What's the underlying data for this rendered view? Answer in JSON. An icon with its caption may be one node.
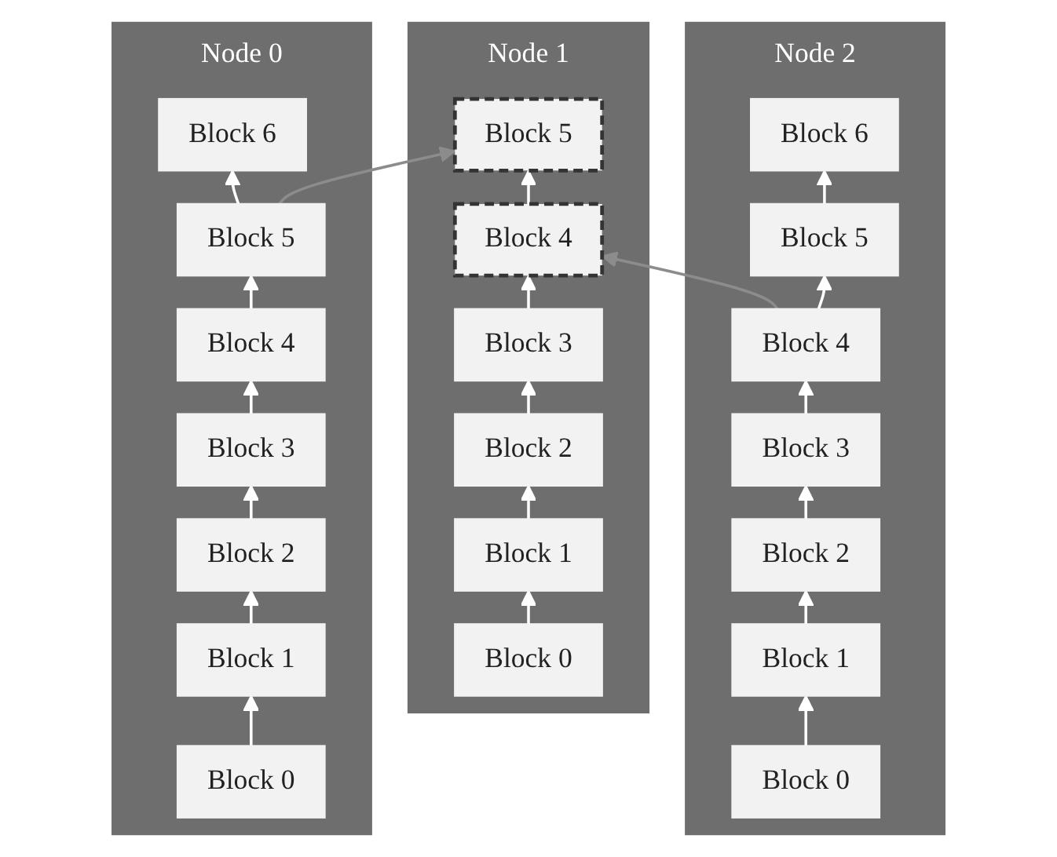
{
  "diagram": {
    "nodes": [
      {
        "text": [
          "Node 0"
        ]
      },
      {
        "text": [
          "Block 6"
        ],
        "in": 0
      },
      {
        "text": [
          "Block 5"
        ],
        "in": 0
      },
      {
        "text": [
          "Block 4"
        ],
        "in": 0
      },
      {
        "text": [
          "Block 3"
        ],
        "in": 0
      },
      {
        "text": [
          "Block 2"
        ],
        "in": 0
      },
      {
        "text": [
          "Block 1"
        ],
        "in": 0
      },
      {
        "text": [
          "Block 0"
        ],
        "in": 0
      },
      {
        "text": [
          "Node 1"
        ]
      },
      {
        "text": [
          "Block 5"
        ],
        "in": 8
      },
      {
        "text": [
          "Block 4"
        ],
        "in": 8
      },
      {
        "text": [
          "Block 3"
        ],
        "in": 8
      },
      {
        "text": [
          "Block 2"
        ],
        "in": 8
      },
      {
        "text": [
          "Block 1"
        ],
        "in": 8
      },
      {
        "text": [
          "Block 0"
        ],
        "in": 8
      },
      {
        "text": [
          "Node 2"
        ]
      },
      {
        "text": [
          "Block 6"
        ],
        "in": 15
      },
      {
        "text": [
          "Block 5"
        ],
        "in": 15
      },
      {
        "text": [
          "Block 4"
        ],
        "in": 15
      },
      {
        "text": [
          "Block 3"
        ],
        "in": 15
      },
      {
        "text": [
          "Block 2"
        ],
        "in": 15
      },
      {
        "text": [
          "Block 1"
        ],
        "in": 15
      },
      {
        "text": [
          "Block 0"
        ],
        "in": 15
      }
    ],
    "edges": [
      {
        "from": 7,
        "to": 6,
        "arrow": "to"
      },
      {
        "from": 6,
        "to": 5,
        "arrow": "to"
      },
      {
        "from": 5,
        "to": 4,
        "arrow": "to"
      },
      {
        "from": 4,
        "to": 3,
        "arrow": "to"
      },
      {
        "from": 3,
        "to": 2,
        "arrow": "to"
      },
      {
        "from": 2,
        "to": 1,
        "arrow": "to"
      },
      {
        "from": 14,
        "to": 13,
        "arrow": "to"
      },
      {
        "from": 13,
        "to": 12,
        "arrow": "to"
      },
      {
        "from": 12,
        "to": 11,
        "arrow": "to"
      },
      {
        "from": 11,
        "to": 10,
        "arrow": "to"
      },
      {
        "from": 10,
        "to": 9,
        "arrow": "to"
      },
      {
        "from": 22,
        "to": 21,
        "arrow": "to"
      },
      {
        "from": 21,
        "to": 20,
        "arrow": "to"
      },
      {
        "from": 20,
        "to": 19,
        "arrow": "to"
      },
      {
        "from": 19,
        "to": 18,
        "arrow": "to"
      },
      {
        "from": 18,
        "to": 17,
        "arrow": "to"
      },
      {
        "from": 17,
        "to": 16,
        "arrow": "to"
      },
      {
        "from": 2,
        "to": 9,
        "arrow": "to",
        "color": "#8c8c8c"
      },
      {
        "from": 18,
        "to": 10,
        "arrow": "to",
        "color": "#8c8c8c"
      }
    ]
  }
}
